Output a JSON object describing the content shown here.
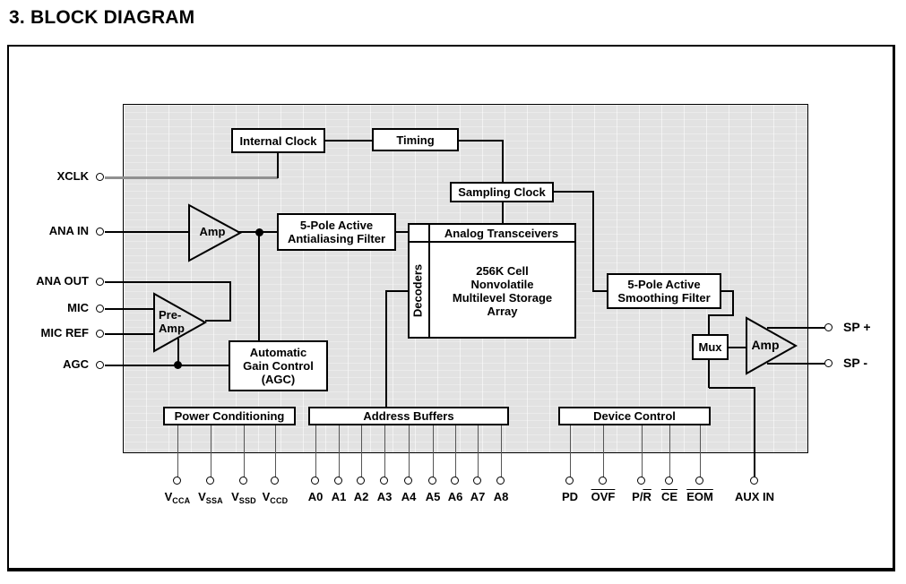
{
  "title": "3. BLOCK DIAGRAM",
  "blocks": {
    "internal_clock": "Internal Clock",
    "timing": "Timing",
    "sampling_clock": "Sampling Clock",
    "antialiasing_filter": [
      "5-Pole Active",
      "Antialiasing Filter"
    ],
    "analog_transceivers": "Analog Transceivers",
    "decoders": "Decoders",
    "storage_array": [
      "256K Cell",
      "Nonvolatile",
      "Multilevel Storage",
      "Array"
    ],
    "smoothing_filter": [
      "5-Pole Active",
      "Smoothing Filter"
    ],
    "input_amp": "Amp",
    "pre_amp": [
      "Pre-",
      "Amp"
    ],
    "agc": [
      "Automatic",
      "Gain Control",
      "(AGC)"
    ],
    "mux": "Mux",
    "output_amp": "Amp",
    "power_conditioning": "Power Conditioning",
    "address_buffers": "Address Buffers",
    "device_control": "Device Control"
  },
  "pins": {
    "left": [
      "XCLK",
      "ANA IN",
      "ANA OUT",
      "MIC",
      "MIC REF",
      "AGC"
    ],
    "right": [
      "SP +",
      "SP -"
    ],
    "power": [
      {
        "main": "V",
        "sub": "CCA"
      },
      {
        "main": "V",
        "sub": "SSA"
      },
      {
        "main": "V",
        "sub": "SSD"
      },
      {
        "main": "V",
        "sub": "CCD"
      }
    ],
    "address": [
      "A0",
      "A1",
      "A2",
      "A3",
      "A4",
      "A5",
      "A6",
      "A7",
      "A8"
    ],
    "control": [
      {
        "plain": "PD",
        "over": ""
      },
      {
        "plain": "",
        "over": "OVF"
      },
      {
        "plain": "P/",
        "over": "R"
      },
      {
        "plain": "",
        "over": "CE"
      },
      {
        "plain": "",
        "over": "EOM"
      }
    ],
    "aux": "AUX IN"
  },
  "colors": {
    "shade": "#e2e2e2",
    "line": "#000000",
    "xclk_line": "#909090"
  }
}
